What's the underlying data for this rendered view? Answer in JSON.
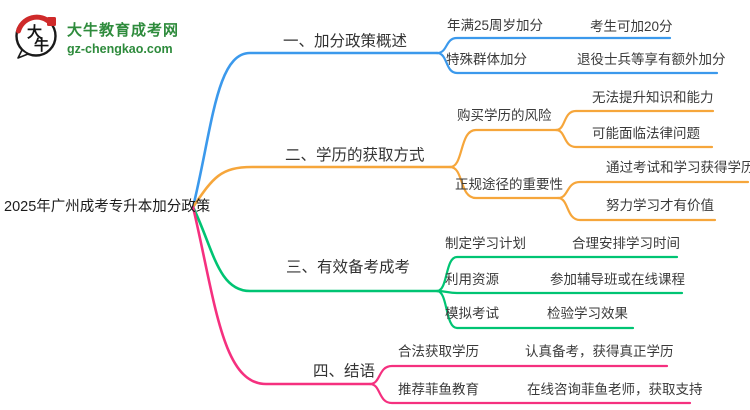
{
  "logo": {
    "icon_text": "大牛",
    "title": "大牛教育成考网",
    "domain": "gz-chengkao.com"
  },
  "root": {
    "label": "2025年广州成考专升本加分政策"
  },
  "colors": {
    "branch1": "#3b99ec",
    "branch2": "#f6a63b",
    "branch3": "#00c473",
    "branch4": "#f5307f",
    "logo_green": "#2e8b3c",
    "logo_red": "#cf2a2a",
    "text": "#333333"
  },
  "branches": [
    {
      "label": "一、加分政策概述",
      "color": "#3b99ec",
      "children": [
        {
          "label": "年满25周岁加分",
          "children": [
            {
              "label": "考生可加20分"
            }
          ]
        },
        {
          "label": "特殊群体加分",
          "children": [
            {
              "label": "退役士兵等享有额外加分"
            }
          ]
        }
      ]
    },
    {
      "label": "二、学历的获取方式",
      "color": "#f6a63b",
      "children": [
        {
          "label": "购买学历的风险",
          "children": [
            {
              "label": "无法提升知识和能力"
            },
            {
              "label": "可能面临法律问题"
            }
          ]
        },
        {
          "label": "正规途径的重要性",
          "children": [
            {
              "label": "通过考试和学习获得学历"
            },
            {
              "label": "努力学习才有价值"
            }
          ]
        }
      ]
    },
    {
      "label": "三、有效备考成考",
      "color": "#00c473",
      "children": [
        {
          "label": "制定学习计划",
          "children": [
            {
              "label": "合理安排学习时间"
            }
          ]
        },
        {
          "label": "利用资源",
          "children": [
            {
              "label": "参加辅导班或在线课程"
            }
          ]
        },
        {
          "label": "模拟考试",
          "children": [
            {
              "label": "检验学习效果"
            }
          ]
        }
      ]
    },
    {
      "label": "四、结语",
      "color": "#f5307f",
      "children": [
        {
          "label": "合法获取学历",
          "children": [
            {
              "label": "认真备考，获得真正学历"
            }
          ]
        },
        {
          "label": "推荐菲鱼教育",
          "children": [
            {
              "label": "在线咨询菲鱼老师，获取支持"
            }
          ]
        }
      ]
    }
  ]
}
